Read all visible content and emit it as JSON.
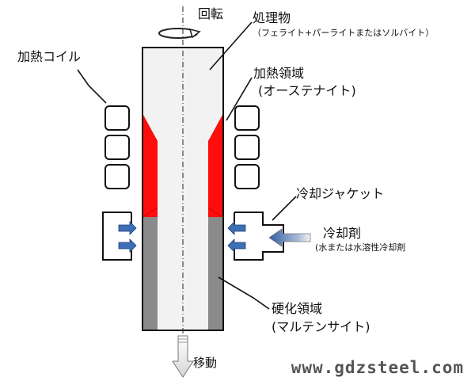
{
  "labels": {
    "rotation": "回転",
    "workpiece": "処理物",
    "workpiece_note": "（フェライト+パーライトまたはソルバイト）",
    "heating_coil": "加熱コイル",
    "heated_zone": "加熱領域",
    "heated_zone_note": "(オーステナイト)",
    "cooling_jacket": "冷却ジャケット",
    "coolant": "冷却剤",
    "coolant_note": "(水または水溶性冷却剤",
    "hardened_zone": "硬化領域",
    "hardened_zone_note": "(マルテンサイト)",
    "movement": "移動"
  },
  "watermark": "www.gdzsteel.com",
  "colors": {
    "heated": "#ff0d0d",
    "hardened": "#8a8a8a",
    "workpiece_fill": "#f2f2f2",
    "outline": "#111111",
    "coolant_arrow": "#3d6fb5"
  }
}
